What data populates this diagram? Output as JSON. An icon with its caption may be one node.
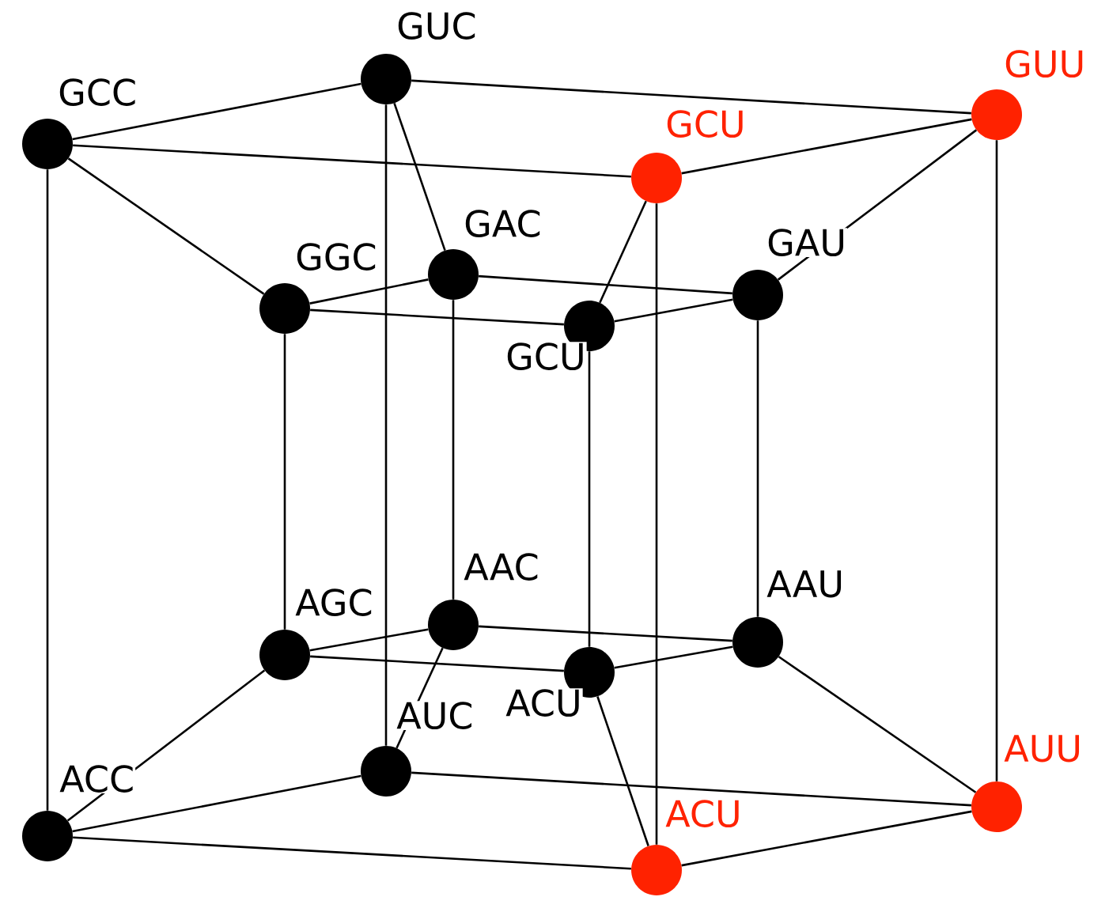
{
  "diagram": {
    "nodes": [
      {
        "text": [
          "GCC"
        ]
      },
      {
        "text": [
          "GUC"
        ]
      },
      {
        "text": [
          "GUU"
        ]
      },
      {
        "text": [
          "GCU"
        ]
      },
      {
        "text": [
          "GGC"
        ]
      },
      {
        "text": [
          "GAC"
        ]
      },
      {
        "text": [
          "GCU"
        ]
      },
      {
        "text": [
          "GAU"
        ]
      },
      {
        "text": [
          "AGC"
        ]
      },
      {
        "text": [
          "AAC"
        ]
      },
      {
        "text": [
          "ACU"
        ]
      },
      {
        "text": [
          "AAU"
        ]
      },
      {
        "text": [
          "AUC"
        ]
      },
      {
        "text": [
          "ACC"
        ]
      },
      {
        "text": [
          "AUU"
        ]
      },
      {
        "text": [
          "ACU"
        ]
      }
    ],
    "edges": [
      {
        "from": 0,
        "to": 1,
        "arrow": "none"
      },
      {
        "from": 1,
        "to": 2,
        "arrow": "none"
      },
      {
        "from": 2,
        "to": 3,
        "arrow": "none"
      },
      {
        "from": 0,
        "to": 3,
        "arrow": "none"
      },
      {
        "from": 4,
        "to": 5,
        "arrow": "none"
      },
      {
        "from": 5,
        "to": 7,
        "arrow": "none"
      },
      {
        "from": 7,
        "to": 6,
        "arrow": "none"
      },
      {
        "from": 4,
        "to": 6,
        "arrow": "none"
      },
      {
        "from": 0,
        "to": 4,
        "arrow": "none"
      },
      {
        "from": 1,
        "to": 5,
        "arrow": "none"
      },
      {
        "from": 2,
        "to": 7,
        "arrow": "none"
      },
      {
        "from": 3,
        "to": 6,
        "arrow": "none"
      },
      {
        "from": 0,
        "to": 13,
        "arrow": "none"
      },
      {
        "from": 1,
        "to": 12,
        "arrow": "none"
      },
      {
        "from": 2,
        "to": 14,
        "arrow": "none"
      },
      {
        "from": 3,
        "to": 15,
        "arrow": "none"
      },
      {
        "from": 4,
        "to": 8,
        "arrow": "none"
      },
      {
        "from": 5,
        "to": 9,
        "arrow": "none"
      },
      {
        "from": 7,
        "to": 11,
        "arrow": "none"
      },
      {
        "from": 6,
        "to": 10,
        "arrow": "none"
      },
      {
        "from": 13,
        "to": 12,
        "arrow": "none"
      },
      {
        "from": 12,
        "to": 14,
        "arrow": "none"
      },
      {
        "from": 14,
        "to": 15,
        "arrow": "none"
      },
      {
        "from": 13,
        "to": 15,
        "arrow": "none"
      },
      {
        "from": 8,
        "to": 9,
        "arrow": "none"
      },
      {
        "from": 9,
        "to": 11,
        "arrow": "none"
      },
      {
        "from": 11,
        "to": 10,
        "arrow": "none"
      },
      {
        "from": 8,
        "to": 10,
        "arrow": "none"
      },
      {
        "from": 13,
        "to": 8,
        "arrow": "none"
      },
      {
        "from": 12,
        "to": 9,
        "arrow": "none"
      },
      {
        "from": 14,
        "to": 11,
        "arrow": "none"
      },
      {
        "from": 15,
        "to": 10,
        "arrow": "none"
      }
    ]
  }
}
